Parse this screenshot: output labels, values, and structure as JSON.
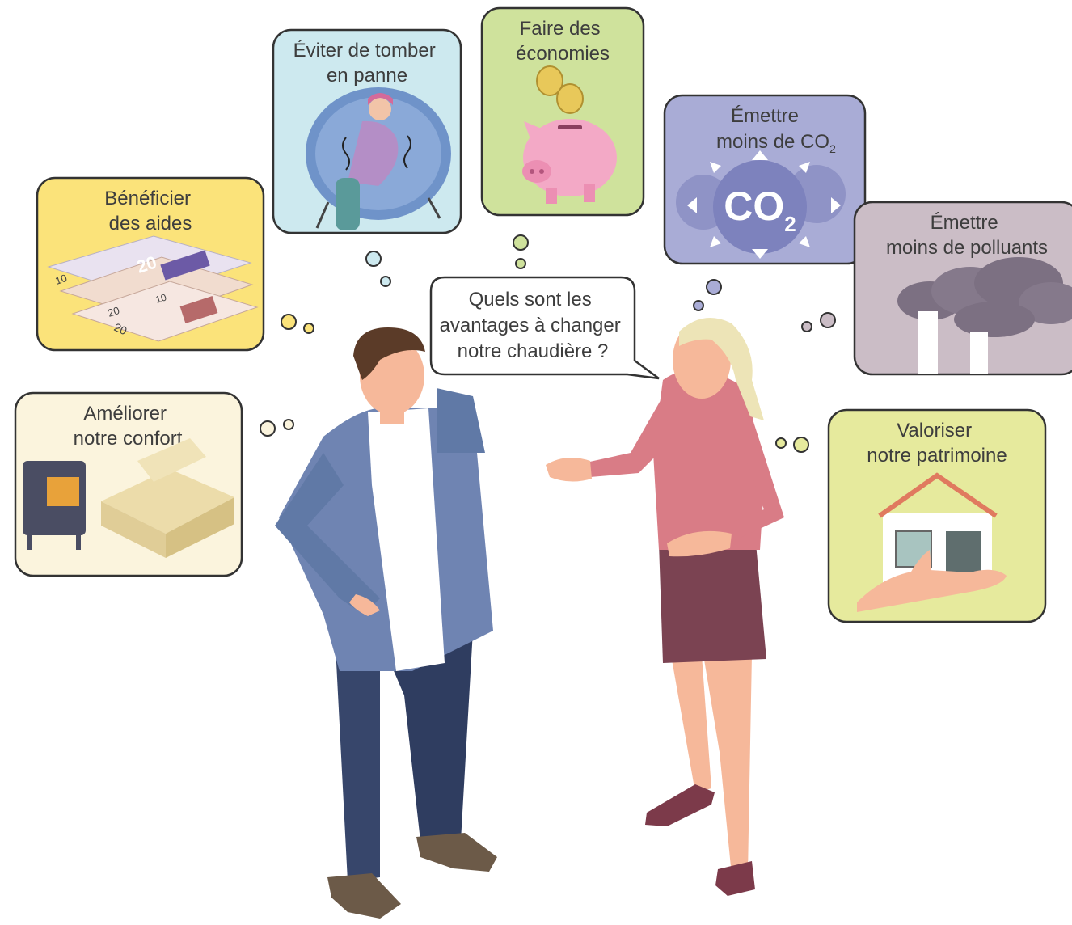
{
  "speech": {
    "lines": [
      "Quels sont les",
      "avantages à changer",
      "notre chaudière ?"
    ]
  },
  "thoughts": {
    "aides": {
      "lines": [
        "Bénéficier",
        "des aides"
      ],
      "color": "#fbe37a"
    },
    "panne": {
      "lines": [
        "Éviter de tomber",
        "en panne"
      ],
      "color": "#cde9ef"
    },
    "economies": {
      "lines": [
        "Faire des",
        "économies"
      ],
      "color": "#cfe29c"
    },
    "co2": {
      "line1": "Émettre",
      "line2": "moins de CO",
      "sub": "2",
      "color": "#a9acd6"
    },
    "polluants": {
      "lines": [
        "Émettre",
        "moins de polluants"
      ],
      "color": "#cbbdc6"
    },
    "confort": {
      "lines": [
        "Améliorer",
        "notre confort"
      ],
      "color": "#fbf4dd"
    },
    "patrimoine": {
      "lines": [
        "Valoriser",
        "notre patrimoine"
      ],
      "color": "#e6ea9d"
    }
  },
  "illustrations": {
    "banknote_numbers": [
      "20",
      "10",
      "20",
      "20",
      "10"
    ],
    "co2_big": "CO",
    "co2_big_sub": "2"
  },
  "icons": [
    "banknotes-icon",
    "cold-woman-icon",
    "piggy-bank-icon",
    "co2-molecule-icon",
    "factory-smoke-icon",
    "stove-sofa-icon",
    "house-in-hand-icon",
    "man-figure",
    "woman-figure"
  ]
}
